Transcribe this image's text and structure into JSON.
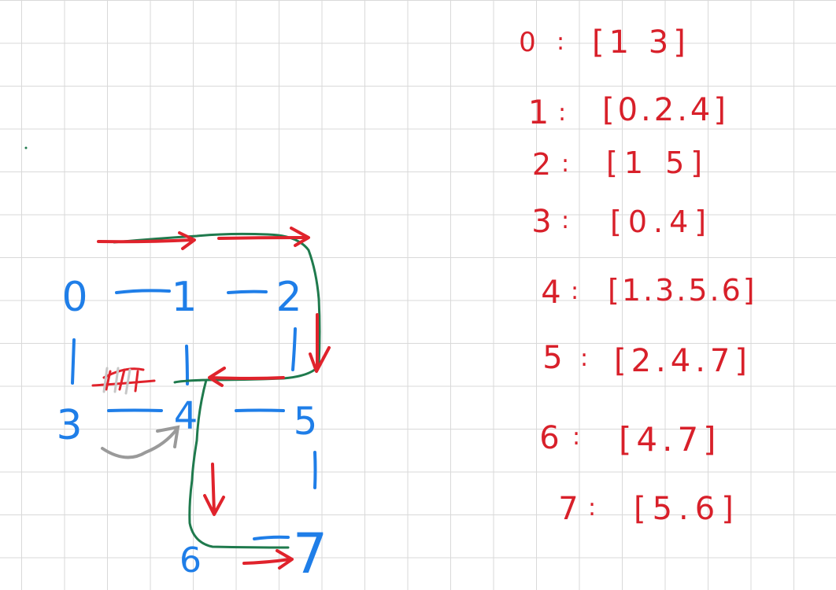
{
  "colors": {
    "node": "#1f7ee8",
    "adjacency": "#d8202a",
    "traversal_path": "#1f7a4d",
    "arrow": "#e0232c",
    "pencil": "#9a9a9a",
    "grid": "#d9d9d9"
  },
  "graph": {
    "nodes": [
      "0",
      "1",
      "2",
      "3",
      "4",
      "5",
      "6",
      "7"
    ],
    "edges": [
      [
        "0",
        "1"
      ],
      [
        "1",
        "2"
      ],
      [
        "0",
        "3"
      ],
      [
        "1",
        "4"
      ],
      [
        "2",
        "5"
      ],
      [
        "3",
        "4"
      ],
      [
        "4",
        "5"
      ],
      [
        "5",
        "7"
      ],
      [
        "4",
        "6"
      ],
      [
        "6",
        "7"
      ]
    ]
  },
  "adjacency_list": [
    {
      "node": "0",
      "sep": ":",
      "list": "[1 3]"
    },
    {
      "node": "1",
      "sep": ":",
      "list": "[0.2.4]"
    },
    {
      "node": "2",
      "sep": ":",
      "list": "[1 5]"
    },
    {
      "node": "3",
      "sep": ":",
      "list": "[0.4]"
    },
    {
      "node": "4",
      "sep": ":",
      "list": "[1.3.5.6]"
    },
    {
      "node": "5",
      "sep": ":",
      "list": "[2.4.7]"
    },
    {
      "node": "6",
      "sep": ":",
      "list": "[4.7]"
    },
    {
      "node": "7",
      "sep": ":",
      "list": "[5.6]"
    }
  ]
}
